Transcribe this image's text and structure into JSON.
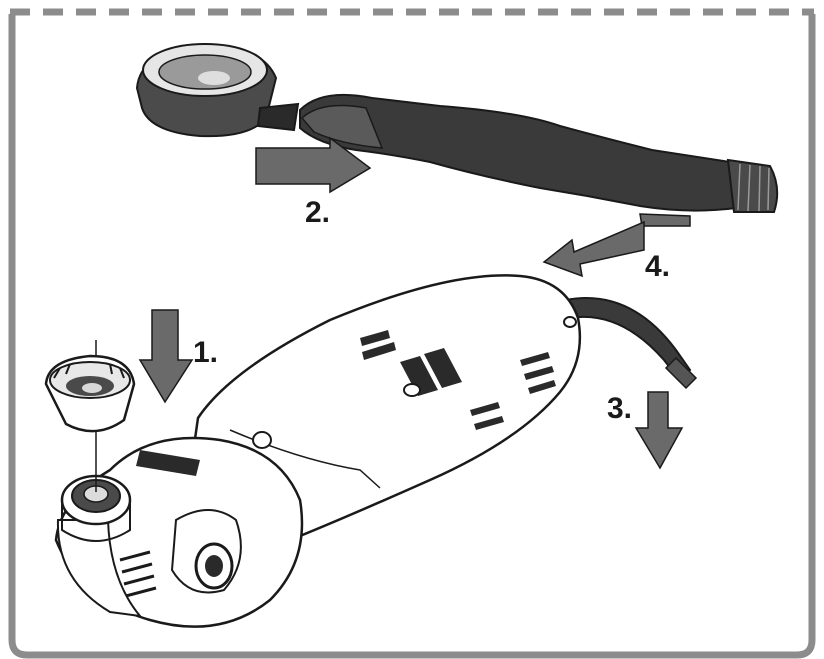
{
  "steps": [
    {
      "id": "1",
      "label": "1."
    },
    {
      "id": "2",
      "label": "2."
    },
    {
      "id": "3",
      "label": "3."
    },
    {
      "id": "4",
      "label": "4."
    }
  ],
  "colors": {
    "frame": "#8c8c8c",
    "outline": "#1a1a1a",
    "hose": "#3a3a3a",
    "arrow": "#5e5e5e",
    "background": "#ffffff"
  },
  "icons": [
    "arrow-down-icon",
    "arrow-left-icon",
    "arrow-right-icon"
  ]
}
